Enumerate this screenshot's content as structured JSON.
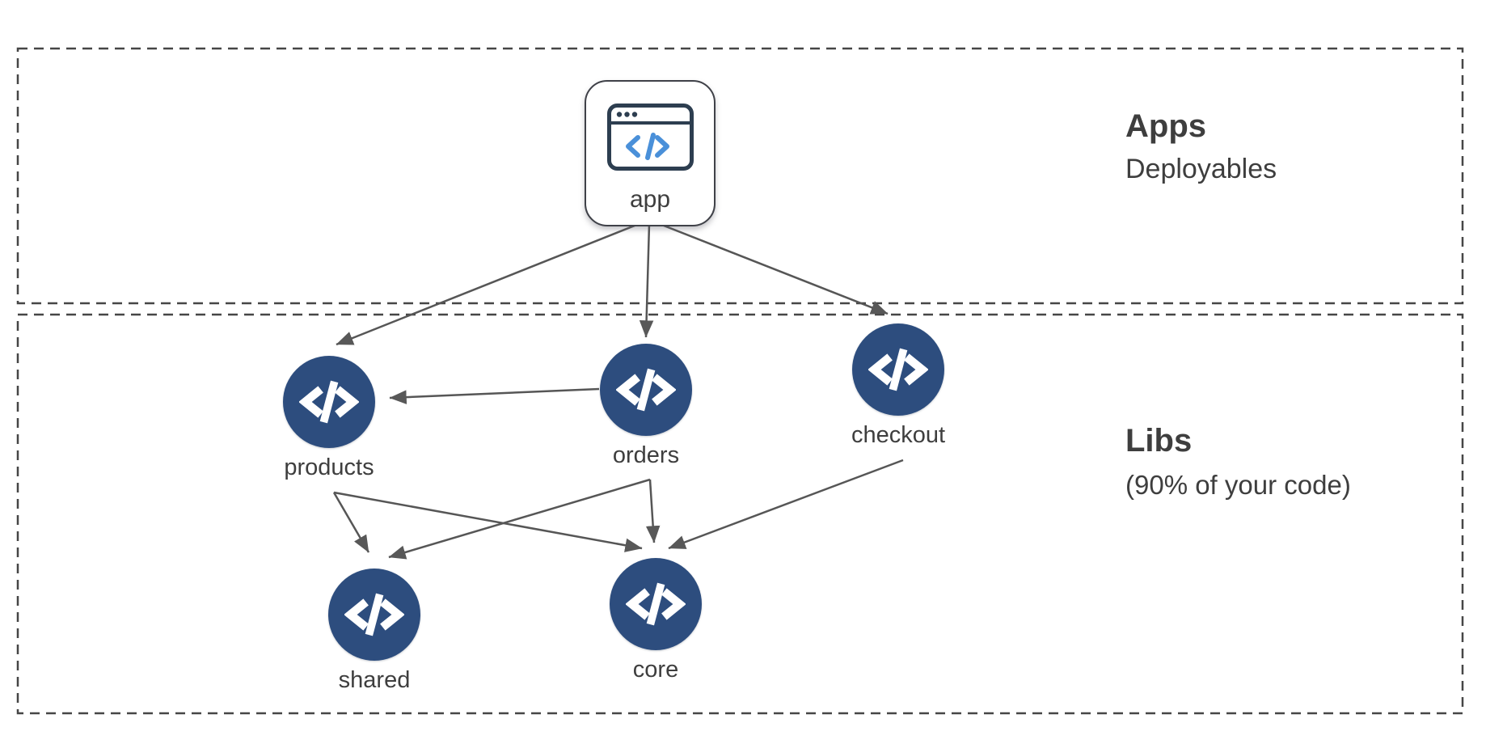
{
  "sections": {
    "apps": {
      "title": "Apps",
      "subtitle": "Deployables"
    },
    "libs": {
      "title": "Libs",
      "subtitle": "(90% of your code)"
    }
  },
  "nodes": {
    "app": {
      "label": "app",
      "icon": "browser-window-icon",
      "section": "apps"
    },
    "products": {
      "label": "products",
      "icon": "code-icon",
      "section": "libs"
    },
    "orders": {
      "label": "orders",
      "icon": "code-icon",
      "section": "libs"
    },
    "checkout": {
      "label": "checkout",
      "icon": "code-icon",
      "section": "libs"
    },
    "shared": {
      "label": "shared",
      "icon": "code-icon",
      "section": "libs"
    },
    "core": {
      "label": "core",
      "icon": "code-icon",
      "section": "libs"
    }
  },
  "edges": [
    {
      "from": "app",
      "to": "products"
    },
    {
      "from": "app",
      "to": "orders"
    },
    {
      "from": "app",
      "to": "checkout"
    },
    {
      "from": "orders",
      "to": "products"
    },
    {
      "from": "products",
      "to": "shared"
    },
    {
      "from": "products",
      "to": "core"
    },
    {
      "from": "orders",
      "to": "shared"
    },
    {
      "from": "orders",
      "to": "core"
    },
    {
      "from": "checkout",
      "to": "core"
    }
  ],
  "colors": {
    "background": "#ffffff",
    "node_fill": "#2d4d7e",
    "node_icon": "#ffffff",
    "edge": "#565656",
    "section_border": "#464646",
    "text": "#3e3e3e",
    "app_icon_frame": "#2d3e50",
    "app_icon_accent": "#4a90d9"
  }
}
